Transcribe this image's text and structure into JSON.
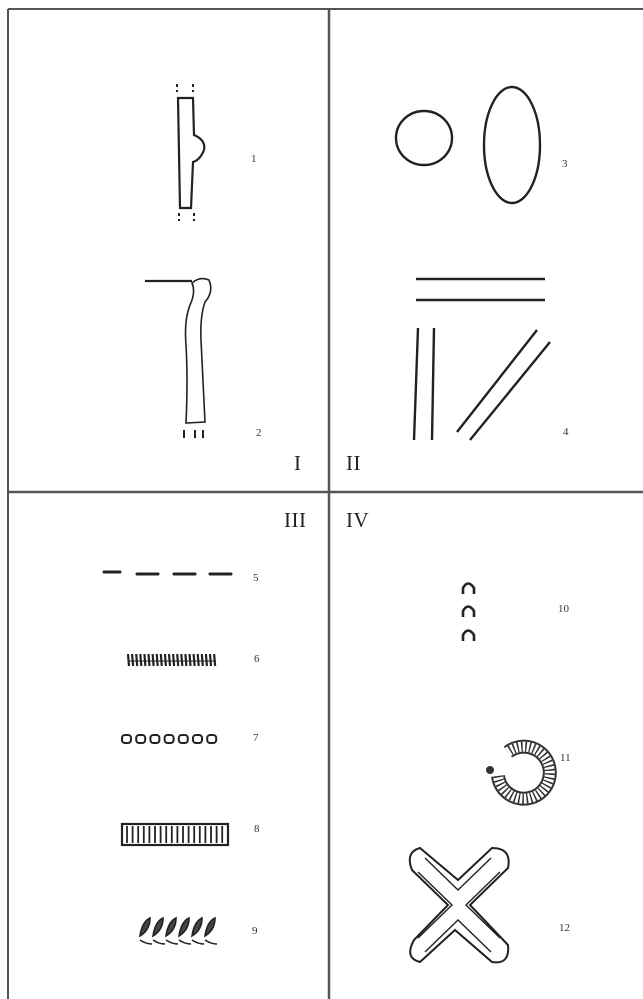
{
  "quadrants": {
    "I": "I",
    "II": "II",
    "III": "III",
    "IV": "IV"
  },
  "figures": [
    {
      "number": "1",
      "depicts": "narrow vertical strip with side bulge"
    },
    {
      "number": "2",
      "depicts": "curved vertical strip with top bar"
    },
    {
      "number": "3",
      "depicts": "circle and ellipse"
    },
    {
      "number": "4",
      "depicts": "double parallel lines"
    },
    {
      "number": "5",
      "depicts": "dashed line"
    },
    {
      "number": "6",
      "depicts": "comb-stamp band"
    },
    {
      "number": "7",
      "depicts": "row of small circles"
    },
    {
      "number": "8",
      "depicts": "hatched rectangle"
    },
    {
      "number": "9",
      "depicts": "herringbone leaf band"
    },
    {
      "number": "10",
      "depicts": "stacked arches"
    },
    {
      "number": "11",
      "depicts": "hatched spiral"
    },
    {
      "number": "12",
      "depicts": "cross"
    }
  ],
  "colors": {
    "ink": "#222222",
    "grid": "#555555",
    "paper": "#ffffff"
  }
}
